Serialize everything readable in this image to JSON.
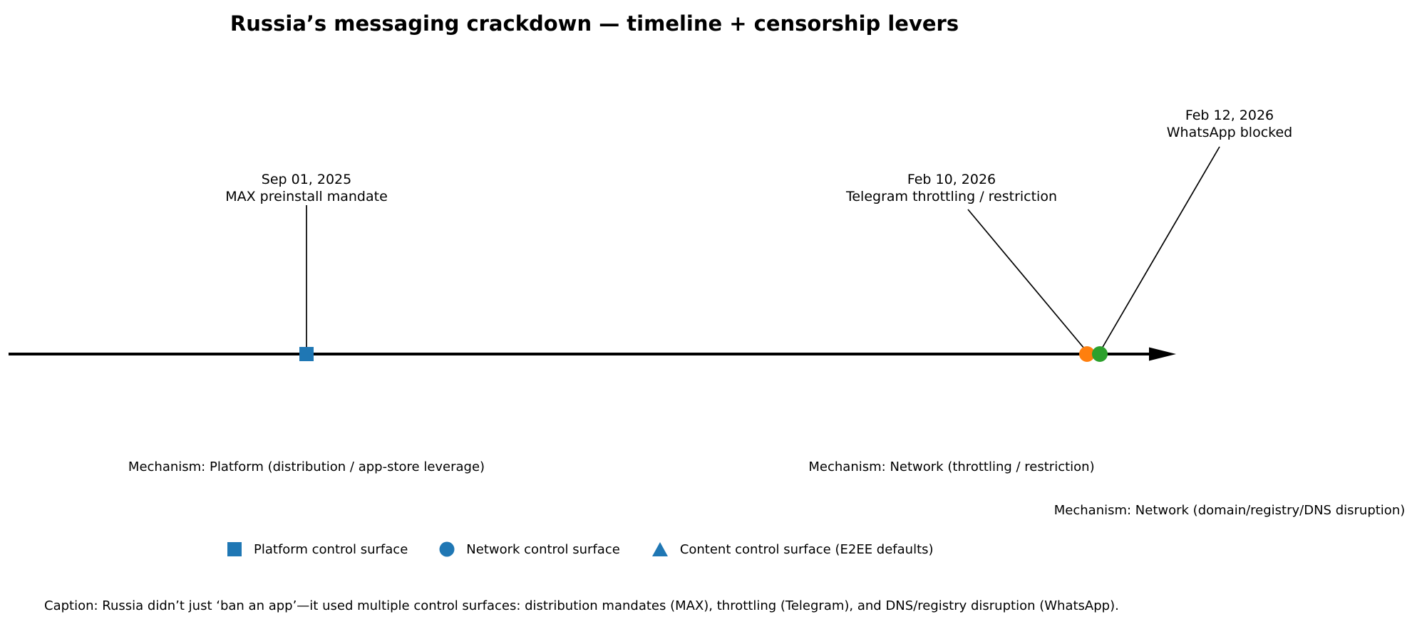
{
  "page": {
    "background_color": "#ffffff",
    "text_color": "#000000"
  },
  "chart_data": {
    "type": "timeline",
    "title": "Russia’s messaging crackdown — timeline + censorship levers",
    "axis": {
      "orientation": "horizontal",
      "arrow_direction": "right",
      "color": "#000000"
    },
    "events": [
      {
        "date": "Sep 01, 2025",
        "label": "MAX preinstall mandate",
        "mechanism": "Mechanism: Platform (distribution / app-store leverage)",
        "marker": "square",
        "color": "#1f77b4"
      },
      {
        "date": "Feb 10, 2026",
        "label": "Telegram throttling / restriction",
        "mechanism": "Mechanism: Network (throttling / restriction)",
        "marker": "circle",
        "color": "#ff7f0e"
      },
      {
        "date": "Feb 12, 2026",
        "label": "WhatsApp blocked",
        "mechanism": "Mechanism: Network (domain/registry/DNS disruption)",
        "marker": "circle",
        "color": "#2ca02c"
      }
    ],
    "legend": {
      "position": "bottom-center",
      "marker_color": "#1f77b4",
      "items": [
        {
          "label": "Platform control surface",
          "marker": "square"
        },
        {
          "label": "Network control surface",
          "marker": "circle"
        },
        {
          "label": "Content control surface (E2EE defaults)",
          "marker": "triangle"
        }
      ]
    },
    "caption": "Caption: Russia didn’t just ‘ban an app’—it used multiple control surfaces: distribution mandates (MAX), throttling (Telegram), and DNS/registry disruption (WhatsApp)."
  }
}
